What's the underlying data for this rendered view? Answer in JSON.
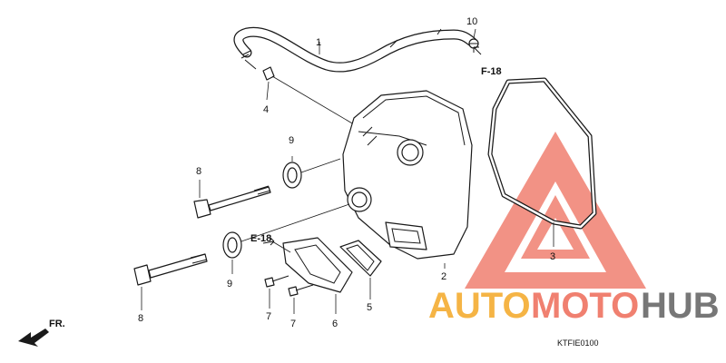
{
  "callouts": {
    "c1": "1",
    "c2": "2",
    "c3": "3",
    "c4": "4",
    "c5": "5",
    "c6": "6",
    "c7a": "7",
    "c7b": "7",
    "c8a": "8",
    "c8b": "8",
    "c9a": "9",
    "c9b": "9",
    "c10": "10"
  },
  "refs": {
    "f18": "F-18",
    "e18": "E-18",
    "fr": "FR."
  },
  "diagram_code": "KTFIE0100",
  "watermark": {
    "text_auto": "AUTO",
    "text_moto": "MOTO",
    "text_hub": "HUB",
    "color_auto": "#f5b445",
    "color_moto": "#f08070",
    "color_hub": "#777777",
    "triangle_color": "#f08070"
  }
}
